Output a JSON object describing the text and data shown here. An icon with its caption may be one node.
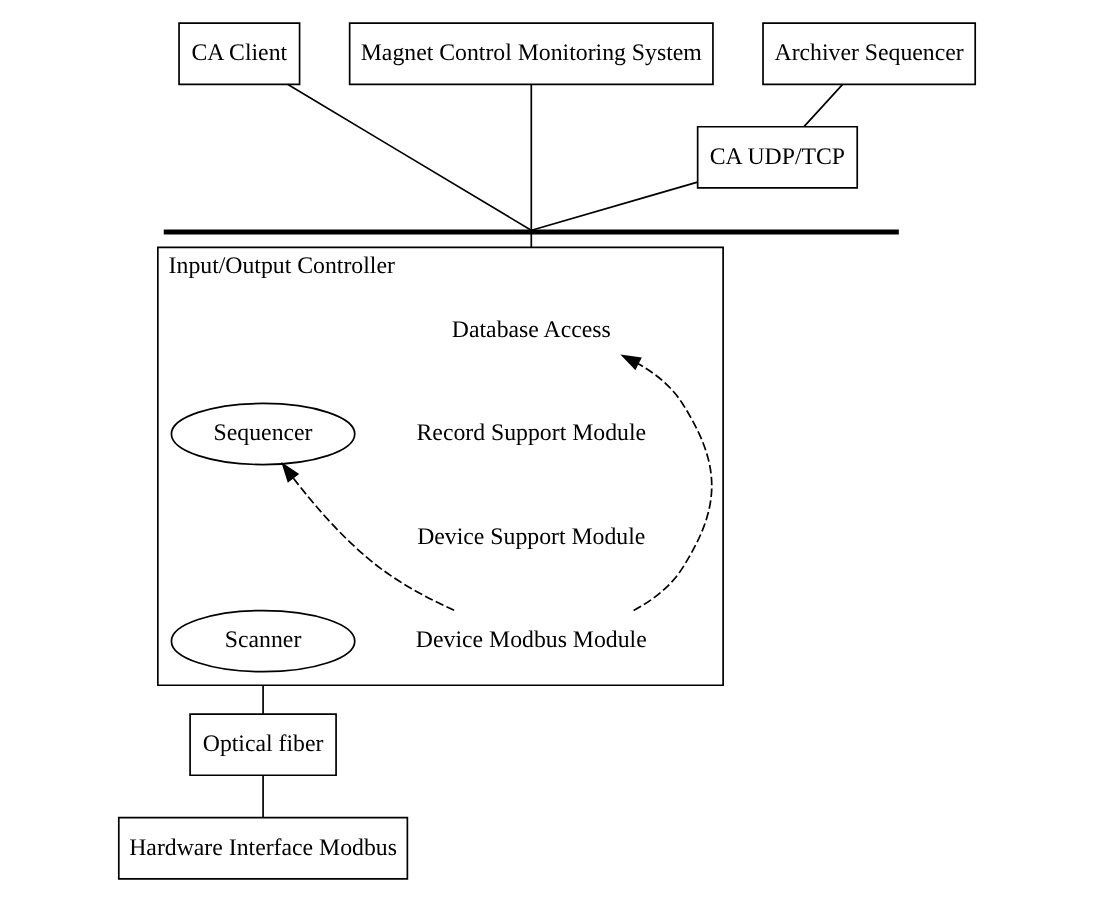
{
  "diagram": {
    "nodes": [
      {
        "text": [
          "CA Client"
        ]
      },
      {
        "text": [
          "Magnet Control Monitoring System"
        ]
      },
      {
        "text": [
          "Archiver Sequencer"
        ]
      },
      {
        "text": [],
        "shape": "bar"
      },
      {
        "text": [
          "CA UDP/TCP"
        ]
      },
      {
        "text": [
          "Input/Output Controller"
        ]
      },
      {
        "text": [
          "Database Access"
        ],
        "in": 5
      },
      {
        "text": [
          "Record Support Module"
        ],
        "in": 5
      },
      {
        "text": [
          "Device Support Module"
        ],
        "in": 5
      },
      {
        "text": [
          "Device Modbus Module"
        ],
        "in": 5
      },
      {
        "text": [
          "Sequencer"
        ],
        "in": 5
      },
      {
        "text": [
          "Scanner"
        ],
        "in": 5
      },
      {
        "text": [
          "Optical fiber"
        ]
      },
      {
        "text": [
          "Hardware Interface Modbus"
        ]
      }
    ],
    "edges": [
      {
        "from": 0,
        "to": 3,
        "arrow": "none"
      },
      {
        "from": 1,
        "to": 3,
        "arrow": "none"
      },
      {
        "from": 2,
        "to": 4,
        "arrow": "none"
      },
      {
        "from": 4,
        "to": 3,
        "arrow": "none"
      },
      {
        "from": 3,
        "to": 5,
        "arrow": "none"
      },
      {
        "from": 5,
        "to": 12,
        "arrow": "none"
      },
      {
        "from": 12,
        "to": 13,
        "arrow": "none"
      },
      {
        "from": 9,
        "to": 6,
        "arrow": "to",
        "style": "dashed"
      },
      {
        "from": 9,
        "to": 10,
        "arrow": "to",
        "style": "dashed"
      }
    ]
  }
}
